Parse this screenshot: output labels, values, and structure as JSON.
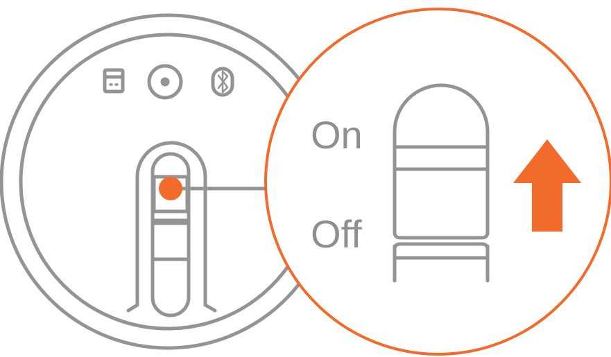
{
  "colors": {
    "outline": "#949494",
    "accent": "#f26b2a",
    "label": "#8f8f8f",
    "background": "#ffffff"
  },
  "mouse": {
    "icons": [
      "usb-receiver-icon",
      "connect-button-icon",
      "bluetooth-icon"
    ],
    "switch_position": "on"
  },
  "zoom": {
    "on_label": "On",
    "off_label": "Off",
    "direction": "up",
    "arrow_icon": "arrow-up-icon"
  }
}
